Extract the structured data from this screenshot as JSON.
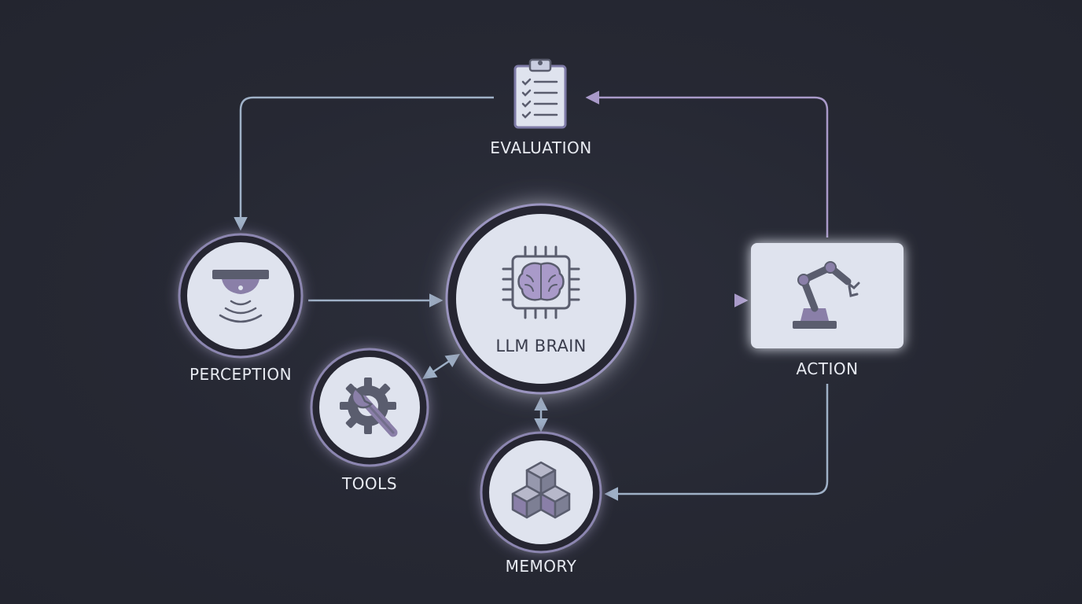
{
  "nodes": {
    "evaluation": {
      "label": "EVALUATION",
      "icon": "clipboard-checklist-icon"
    },
    "perception": {
      "label": "PERCEPTION",
      "icon": "sensor-waves-icon"
    },
    "brain": {
      "label": "LLM BRAIN",
      "icon": "brain-chip-icon"
    },
    "action": {
      "label": "ACTION",
      "icon": "robot-arm-icon"
    },
    "tools": {
      "label": "TOOLS",
      "icon": "gear-wrench-icon"
    },
    "memory": {
      "label": "MEMORY",
      "icon": "stacked-cubes-icon"
    }
  },
  "colors": {
    "background": "#262833",
    "node_fill": "#dfe3ee",
    "node_ring": "#7d7aa6",
    "connector": "#9fb1c7",
    "icon": "#5a5d6e",
    "icon_accent": "#8a7fa8"
  }
}
